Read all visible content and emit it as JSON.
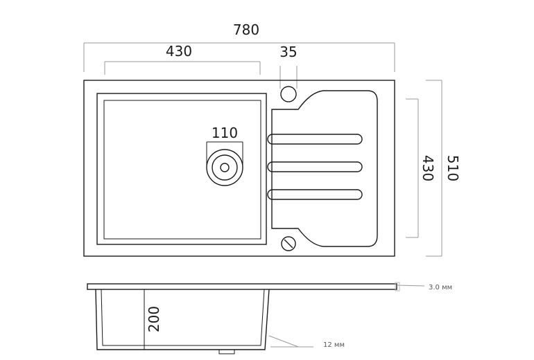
{
  "dimensions": {
    "overall_width": "780",
    "bowl_width": "430",
    "tap_hole": "35",
    "drain_diameter": "110",
    "overall_depth": "510",
    "bowl_depth": "430",
    "bowl_height": "200",
    "rim_thickness": "3.0 мм",
    "wall_thickness": "12 мм"
  },
  "colors": {
    "line": "#1a1a1a",
    "background": "#ffffff"
  }
}
